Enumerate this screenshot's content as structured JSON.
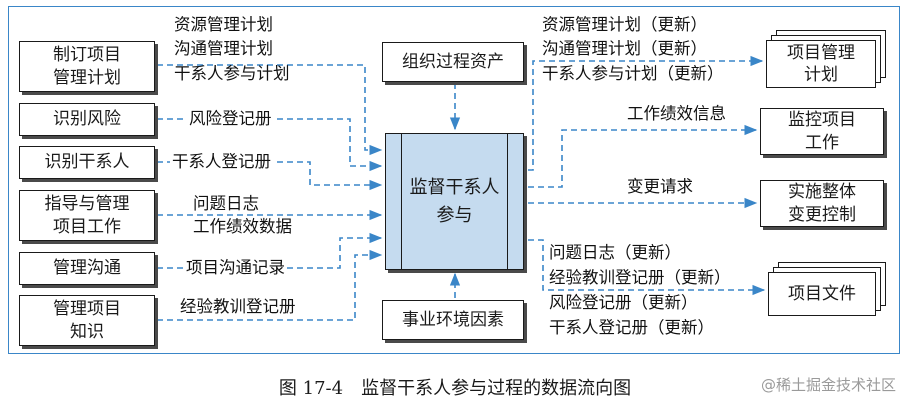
{
  "processes": {
    "develop_plan": "制订项目\n管理计划",
    "identify_risks": "识别风险",
    "identify_stakeholders": "识别干系人",
    "direct_manage_work": "指导与管理\n项目工作",
    "manage_communications": "管理沟通",
    "manage_knowledge": "管理项目\n知识",
    "monitor_control_work": "监控项目\n工作",
    "integrated_change_control": "实施整体\n变更控制"
  },
  "enterprise_inputs": {
    "organizational_process_assets": "组织过程资产",
    "enterprise_environmental_factors": "事业环境因素"
  },
  "central_process": "监督干系人\n参与",
  "inputs": {
    "plan_items": [
      "资源管理计划",
      "沟通管理计划",
      "干系人参与计划"
    ],
    "risk_register": "风险登记册",
    "stakeholder_register": "干系人登记册",
    "issue_log": "问题日志",
    "work_performance_data": "工作绩效数据",
    "project_communications": "项目沟通记录",
    "lessons_learned_register": "经验教训登记册"
  },
  "outputs": {
    "plan_updates": [
      "资源管理计划（更新）",
      "沟通管理计划（更新）",
      "干系人参与计划（更新）"
    ],
    "work_performance_info": "工作绩效信息",
    "change_requests": "变更请求",
    "doc_updates": [
      "问题日志（更新）",
      "经验教训登记册（更新）",
      "风险登记册（更新）",
      "干系人登记册（更新）"
    ]
  },
  "output_documents": {
    "project_management_plan": "项目管理\n计划",
    "project_documents": "项目文件"
  },
  "caption": "图 17-4　监督干系人参与过程的数据流向图",
  "watermark": "@稀土掘金技术社区",
  "colors": {
    "frame_border": "#3a86c8",
    "arrow": "#3a86c8",
    "central_fill": "#c5dbef"
  }
}
